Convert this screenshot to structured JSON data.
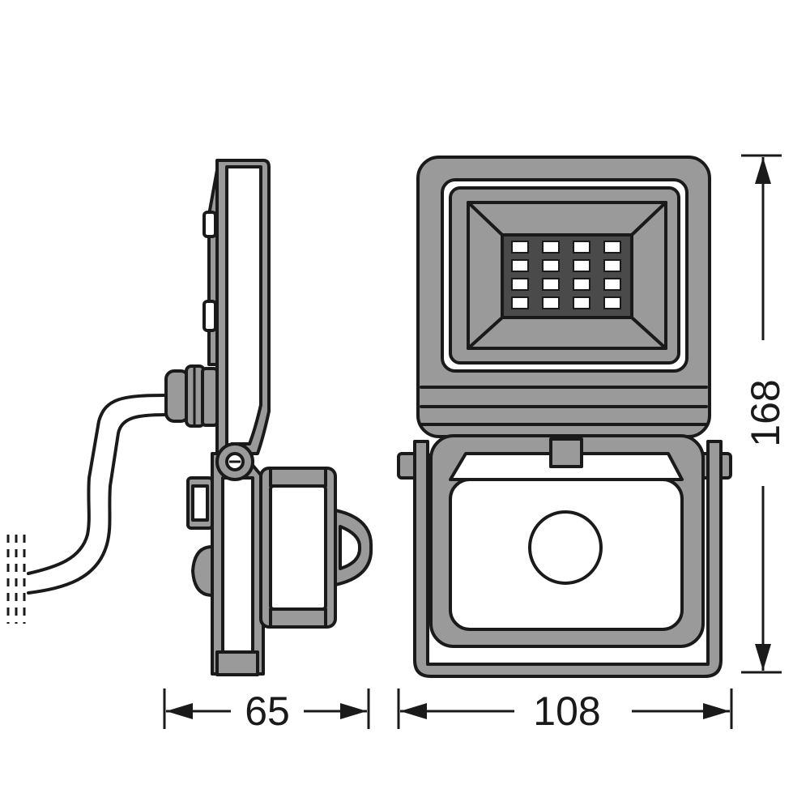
{
  "dimensions": {
    "depth": "65",
    "width": "108",
    "height": "168"
  },
  "colors": {
    "housing": "#9a9a9a",
    "outline": "#1a1a1a",
    "lens": "#4a4a4a"
  }
}
